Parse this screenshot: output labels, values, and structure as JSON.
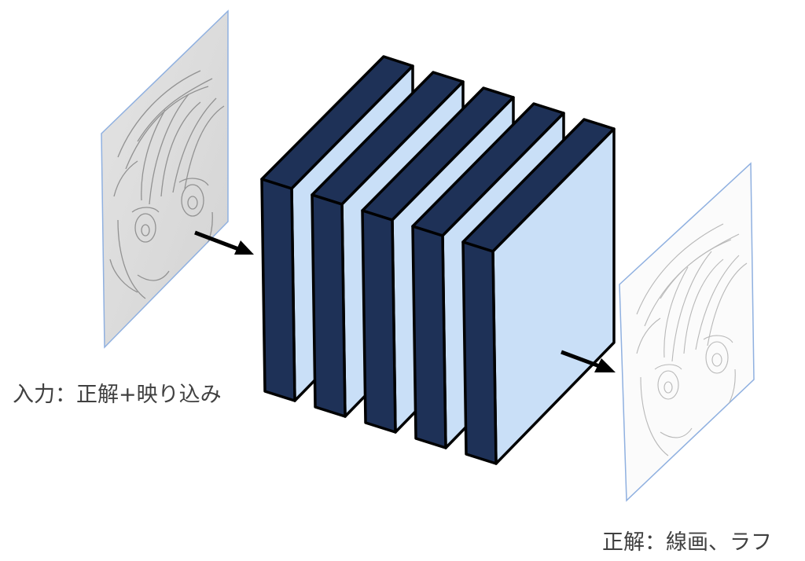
{
  "diagram": {
    "input_label": "入力：正解+映り込み",
    "output_label": "正解：線画、ラフ",
    "layer_count": 5,
    "colors": {
      "layer_dark": "#1e3157",
      "layer_light": "#c9dff7",
      "layer_outline": "#000000",
      "panel_border": "#8fb0e0",
      "input_panel_fill": "#e6e6e6",
      "output_panel_fill": "#fbfbfb",
      "arrow": "#000000"
    },
    "icons": [
      "arrow-right-icon",
      "sketch-image-icon"
    ]
  }
}
